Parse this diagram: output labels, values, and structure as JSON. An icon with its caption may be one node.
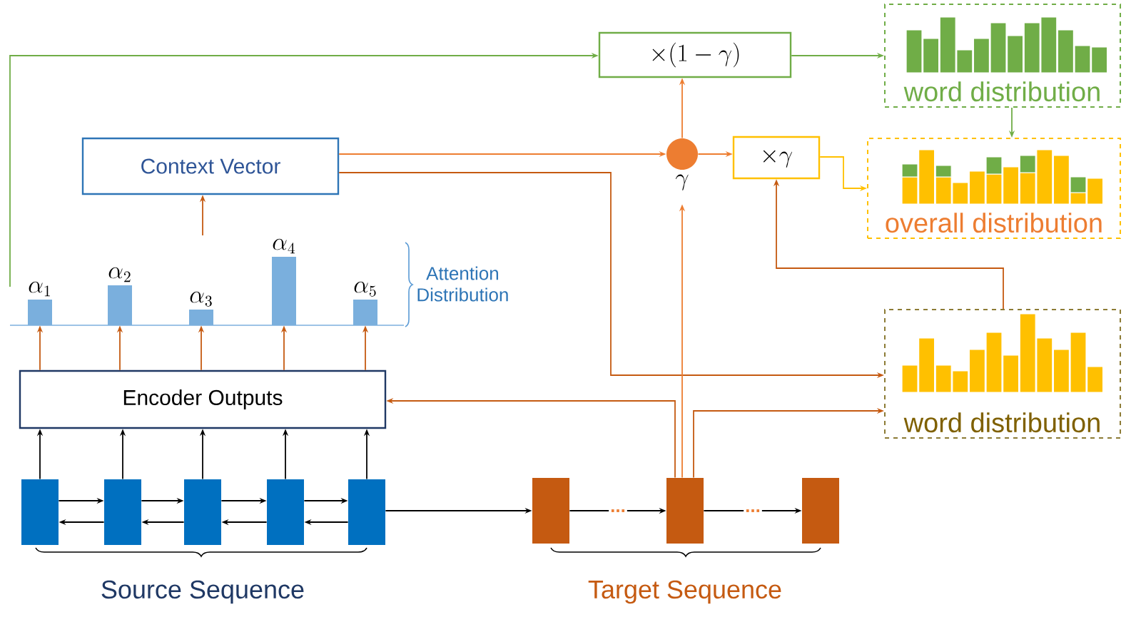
{
  "diagram": {
    "nodes": [
      {
        "text": [
          "Context Vector"
        ]
      },
      {
        "text": [
          "Encoder Outputs"
        ]
      },
      {
        "text": [],
        "shape": "box"
      },
      {
        "text": [],
        "shape": "box"
      },
      {
        "text": [],
        "shape": "box"
      },
      {
        "text": [],
        "shape": "box"
      },
      {
        "text": [],
        "shape": "box"
      },
      {
        "text": [],
        "shape": "box"
      },
      {
        "text": [],
        "shape": "box"
      },
      {
        "text": [],
        "shape": "box"
      },
      {
        "text": [
          "\\times (1-\\gamma)"
        ]
      },
      {
        "text": [],
        "shape": "circle",
        "beside": [
          "\\gamma"
        ]
      },
      {
        "text": [
          "\\times \\gamma"
        ]
      },
      {
        "text": [
          "word distribution"
        ]
      },
      {
        "text": [
          "overall distribution"
        ]
      },
      {
        "text": [
          "word distribution"
        ]
      },
      {
        "text": [],
        "shape": "bar",
        "beside": [
          "\\alpha_1"
        ]
      },
      {
        "text": [],
        "shape": "bar",
        "beside": [
          "\\alpha_2"
        ]
      },
      {
        "text": [],
        "shape": "bar",
        "beside": [
          "\\alpha_3"
        ]
      },
      {
        "text": [],
        "shape": "bar",
        "beside": [
          "\\alpha_4"
        ]
      },
      {
        "text": [],
        "shape": "bar",
        "beside": [
          "\\alpha_5"
        ]
      }
    ],
    "edges": [
      {
        "from": 2,
        "to": 1,
        "arrow": "to"
      },
      {
        "from": 3,
        "to": 1,
        "arrow": "to"
      },
      {
        "from": 4,
        "to": 1,
        "arrow": "to"
      },
      {
        "from": 5,
        "to": 1,
        "arrow": "to"
      },
      {
        "from": 6,
        "to": 1,
        "arrow": "to"
      },
      {
        "from": 2,
        "to": 3,
        "arrow": "to"
      },
      {
        "from": 3,
        "to": 4,
        "arrow": "to"
      },
      {
        "from": 4,
        "to": 5,
        "arrow": "to"
      },
      {
        "from": 5,
        "to": 6,
        "arrow": "to"
      },
      {
        "from": 3,
        "to": 2,
        "arrow": "to"
      },
      {
        "from": 4,
        "to": 3,
        "arrow": "to"
      },
      {
        "from": 5,
        "to": 4,
        "arrow": "to"
      },
      {
        "from": 6,
        "to": 5,
        "arrow": "to"
      },
      {
        "from": 6,
        "to": 7,
        "arrow": "to"
      },
      {
        "from": 7,
        "to": 8,
        "arrow": "to",
        "label": "..."
      },
      {
        "from": 8,
        "to": 9,
        "arrow": "to",
        "label": "..."
      },
      {
        "from": 1,
        "to": 16,
        "arrow": "to",
        "color": "#c55a11"
      },
      {
        "from": 1,
        "to": 17,
        "arrow": "to",
        "color": "#c55a11"
      },
      {
        "from": 1,
        "to": 18,
        "arrow": "to",
        "color": "#c55a11"
      },
      {
        "from": 1,
        "to": 19,
        "arrow": "to",
        "color": "#c55a11"
      },
      {
        "from": 1,
        "to": 20,
        "arrow": "to",
        "color": "#c55a11"
      },
      {
        "from": null,
        "to": 0,
        "arrow": "to",
        "color": "#c55a11"
      },
      {
        "from": 0,
        "to": 11,
        "arrow": "to",
        "color": "#ed7d31"
      },
      {
        "from": 0,
        "to": 15,
        "arrow": "to",
        "color": "#c55a11"
      },
      {
        "from": 8,
        "to": 11,
        "arrow": "to",
        "color": "#ed7d31"
      },
      {
        "from": 8,
        "to": 1,
        "arrow": "to",
        "color": "#c55a11"
      },
      {
        "from": 8,
        "to": 15,
        "arrow": "to",
        "color": "#c55a11"
      },
      {
        "from": 11,
        "to": 10,
        "arrow": "to",
        "color": "#ed7d31"
      },
      {
        "from": 11,
        "to": 12,
        "arrow": "to",
        "color": "#ed7d31"
      },
      {
        "from": 15,
        "to": 12,
        "arrow": "to",
        "color": "#c55a11"
      },
      {
        "from": 10,
        "to": 13,
        "arrow": "to",
        "color": "#70ad47"
      },
      {
        "from": 13,
        "to": 14,
        "arrow": "to",
        "color": "#70ad47"
      },
      {
        "from": 12,
        "to": 14,
        "arrow": "to",
        "color": "#ffc000"
      },
      {
        "from": null,
        "to": 10,
        "arrow": "to",
        "color": "#70ad47"
      }
    ],
    "labels": [
      "Attention Distribution",
      "Source Sequence",
      "Target Sequence"
    ]
  }
}
